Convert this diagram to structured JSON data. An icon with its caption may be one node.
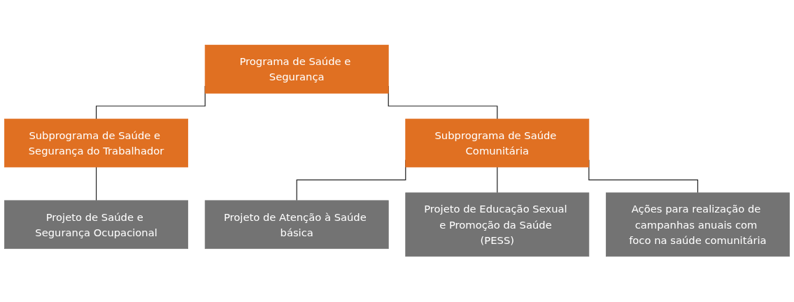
{
  "diagram": {
    "nodes": [
      {
        "text": [
          "Programa de Saúde e Segurança"
        ]
      },
      {
        "text": [
          "Subprograma de Saúde e Segurança do Trabalhador"
        ]
      },
      {
        "text": [
          "Subprograma de Saúde Comunitária"
        ]
      },
      {
        "text": [
          "Projeto de Saúde e Segurança Ocupacional"
        ]
      },
      {
        "text": [
          "Projeto de Atenção à Saúde básica"
        ]
      },
      {
        "text": [
          "Projeto de Educação Sexual e Promoção da Saúde (PESS)"
        ]
      },
      {
        "text": [
          "Ações para realização de campanhas anuais com foco na saúde comunitária"
        ]
      }
    ],
    "edges": [
      {
        "from": 0,
        "to": 1,
        "arrow": "none"
      },
      {
        "from": 0,
        "to": 2,
        "arrow": "none"
      },
      {
        "from": 1,
        "to": 3,
        "arrow": "none"
      },
      {
        "from": 2,
        "to": 4,
        "arrow": "none"
      },
      {
        "from": 2,
        "to": 5,
        "arrow": "none"
      },
      {
        "from": 2,
        "to": 6,
        "arrow": "none"
      }
    ]
  }
}
